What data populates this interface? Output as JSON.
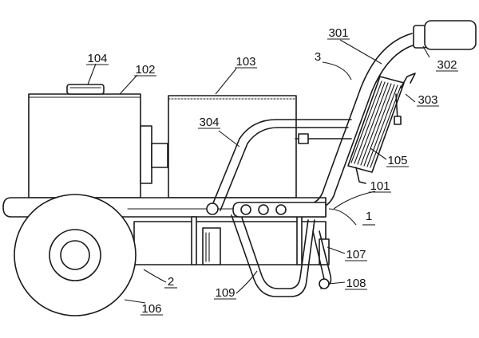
{
  "labels": {
    "l104": "104",
    "l102": "102",
    "l103": "103",
    "l301": "301",
    "l3": "3",
    "l302": "302",
    "l303": "303",
    "l304": "304",
    "l105": "105",
    "l101": "101",
    "l1": "1",
    "l107": "107",
    "l2": "2",
    "l109": "109",
    "l108": "108",
    "l106": "106"
  }
}
